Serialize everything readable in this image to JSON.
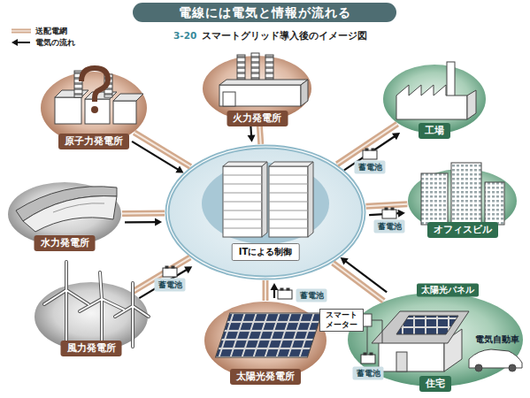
{
  "diagram": {
    "title": "電線には電気と情報が流れる",
    "caption": "スマートグリッド導入後のイメージ図",
    "nodes": [
      {
        "text": [
          "原子力発電所"
        ]
      },
      {
        "text": [
          "火力発電所"
        ]
      },
      {
        "text": [
          "工場"
        ]
      },
      {
        "text": [
          "水力発電所"
        ]
      },
      {
        "text": [
          "ITによる制御"
        ]
      },
      {
        "text": [
          "オフィスビル"
        ]
      },
      {
        "text": [
          "風力発電所"
        ]
      },
      {
        "text": [
          "太陽光発電所"
        ]
      },
      {
        "text": [
          "住宅"
        ]
      }
    ],
    "edges": [
      {
        "from": 0,
        "to": 4,
        "arrow": "to"
      },
      {
        "from": 1,
        "to": 4,
        "arrow": "to"
      },
      {
        "from": 4,
        "to": 2,
        "arrow": "to"
      },
      {
        "from": 3,
        "to": 4,
        "arrow": "to"
      },
      {
        "from": 4,
        "to": 5,
        "arrow": "to"
      },
      {
        "from": 6,
        "to": 4,
        "arrow": "to"
      },
      {
        "from": 7,
        "to": 4,
        "arrow": "to"
      },
      {
        "from": 8,
        "to": 4,
        "arrow": "to"
      }
    ],
    "labels": [
      "3-20",
      "蓄電池",
      "蓄電池",
      "蓄電池",
      "蓄電池",
      "太陽光パネル",
      "スマート メーター",
      "電気自動車",
      "蓄電池"
    ],
    "legend": [
      {
        "text": "送配電網"
      },
      {
        "text": "電気の流れ"
      }
    ]
  }
}
